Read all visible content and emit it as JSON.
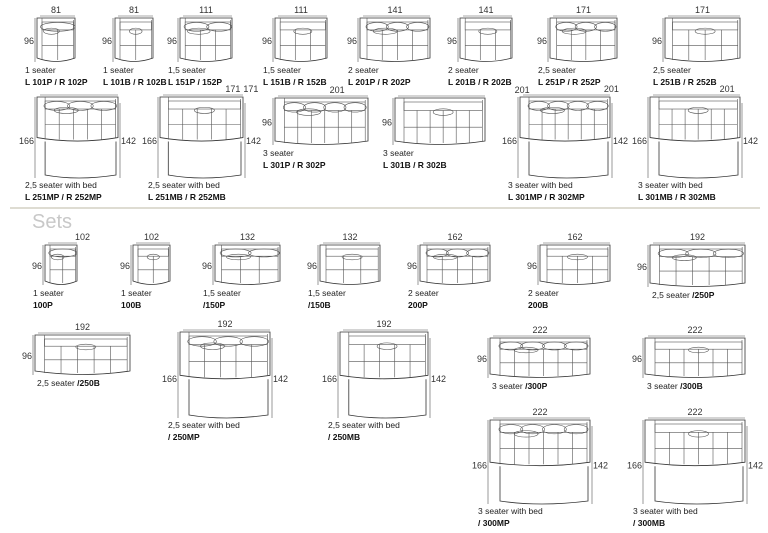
{
  "sets_heading": "Sets",
  "modules": [
    {
      "width": "81",
      "depth": "96",
      "desc": "1 seater",
      "code": "L 101P / R 102P",
      "variant": "P"
    },
    {
      "width": "81",
      "depth": "96",
      "desc": "1 seater",
      "code": "L 101B / R 102B",
      "variant": "B"
    },
    {
      "width": "111",
      "depth": "96",
      "desc": "1,5 seater",
      "code": "L 151P / 152P",
      "variant": "P"
    },
    {
      "width": "111",
      "depth": "96",
      "desc": "1,5 seater",
      "code": "L 151B / R 152B",
      "variant": "B"
    },
    {
      "width": "141",
      "depth": "96",
      "desc": "2 seater",
      "code": "L 201P / R 202P",
      "variant": "P"
    },
    {
      "width": "141",
      "depth": "96",
      "desc": "2 seater",
      "code": "L 201B / R 202B",
      "variant": "B"
    },
    {
      "width": "171",
      "depth": "96",
      "desc": "2,5 seater",
      "code": "L 251P / R 252P",
      "variant": "P"
    },
    {
      "width": "171",
      "depth": "96",
      "desc": "2,5 seater",
      "code": "L 251B / R 252B",
      "variant": "B"
    },
    {
      "width": "171",
      "depth": "166",
      "depth2": "142",
      "desc": "2,5 seater with bed",
      "code": "L 251MP / R 252MP",
      "variant": "P"
    },
    {
      "width": "171",
      "depth": "166",
      "depth2": "142",
      "desc": "2,5 seater with bed",
      "code": "L 251MB / R 252MB",
      "variant": "B"
    },
    {
      "width": "201",
      "depth": "96",
      "desc": "3 seater",
      "code": "L 301P / R 302P",
      "variant": "P"
    },
    {
      "width": "201",
      "depth": "96",
      "desc": "3 seater",
      "code": "L 301B / R 302B",
      "variant": "B"
    },
    {
      "width": "201",
      "depth": "166",
      "depth2": "142",
      "desc": "3 seater with bed",
      "code": "L 301MP / R 302MP",
      "variant": "P"
    },
    {
      "width": "201",
      "depth": "166",
      "depth2": "142",
      "desc": "3 seater with bed",
      "code": "L 301MB / R 302MB",
      "variant": "B"
    }
  ],
  "sets": [
    {
      "width": "102",
      "depth": "96",
      "desc": "1 seater",
      "code": "100P",
      "variant": "P"
    },
    {
      "width": "102",
      "depth": "96",
      "desc": "1 seater",
      "code": "100B",
      "variant": "B"
    },
    {
      "width": "132",
      "depth": "96",
      "desc": "1,5 seater",
      "code": "/150P",
      "variant": "P"
    },
    {
      "width": "132",
      "depth": "96",
      "desc": "1,5 seater",
      "code": "/150B",
      "variant": "B"
    },
    {
      "width": "162",
      "depth": "96",
      "desc": "2 seater",
      "code": "200P",
      "variant": "P"
    },
    {
      "width": "162",
      "depth": "96",
      "desc": "2 seater",
      "code": "200B",
      "variant": "B"
    },
    {
      "width": "192",
      "depth": "96",
      "desc": "2,5 seater",
      "code": "/250P",
      "variant": "P"
    },
    {
      "width": "192",
      "depth": "96",
      "desc": "2,5 seater",
      "code": "/250B",
      "variant": "B"
    },
    {
      "width": "192",
      "depth": "166",
      "depth2": "142",
      "desc": "2,5 seater with bed",
      "code": "/ 250MP",
      "variant": "P"
    },
    {
      "width": "192",
      "depth": "166",
      "depth2": "142",
      "desc": "2,5 seater with bed",
      "code": "/ 250MB",
      "variant": "B"
    },
    {
      "width": "222",
      "depth": "96",
      "desc": "3 seater",
      "code": "/300P",
      "variant": "P"
    },
    {
      "width": "222",
      "depth": "96",
      "desc": "3 seater",
      "code": "/300B",
      "variant": "B"
    },
    {
      "width": "222",
      "depth": "166",
      "depth2": "142",
      "desc": "3 seater with bed",
      "code": "/ 300MP",
      "variant": "P"
    },
    {
      "width": "222",
      "depth": "166",
      "depth2": "142",
      "desc": "3 seater with bed",
      "code": "/ 300MB",
      "variant": "B"
    }
  ]
}
